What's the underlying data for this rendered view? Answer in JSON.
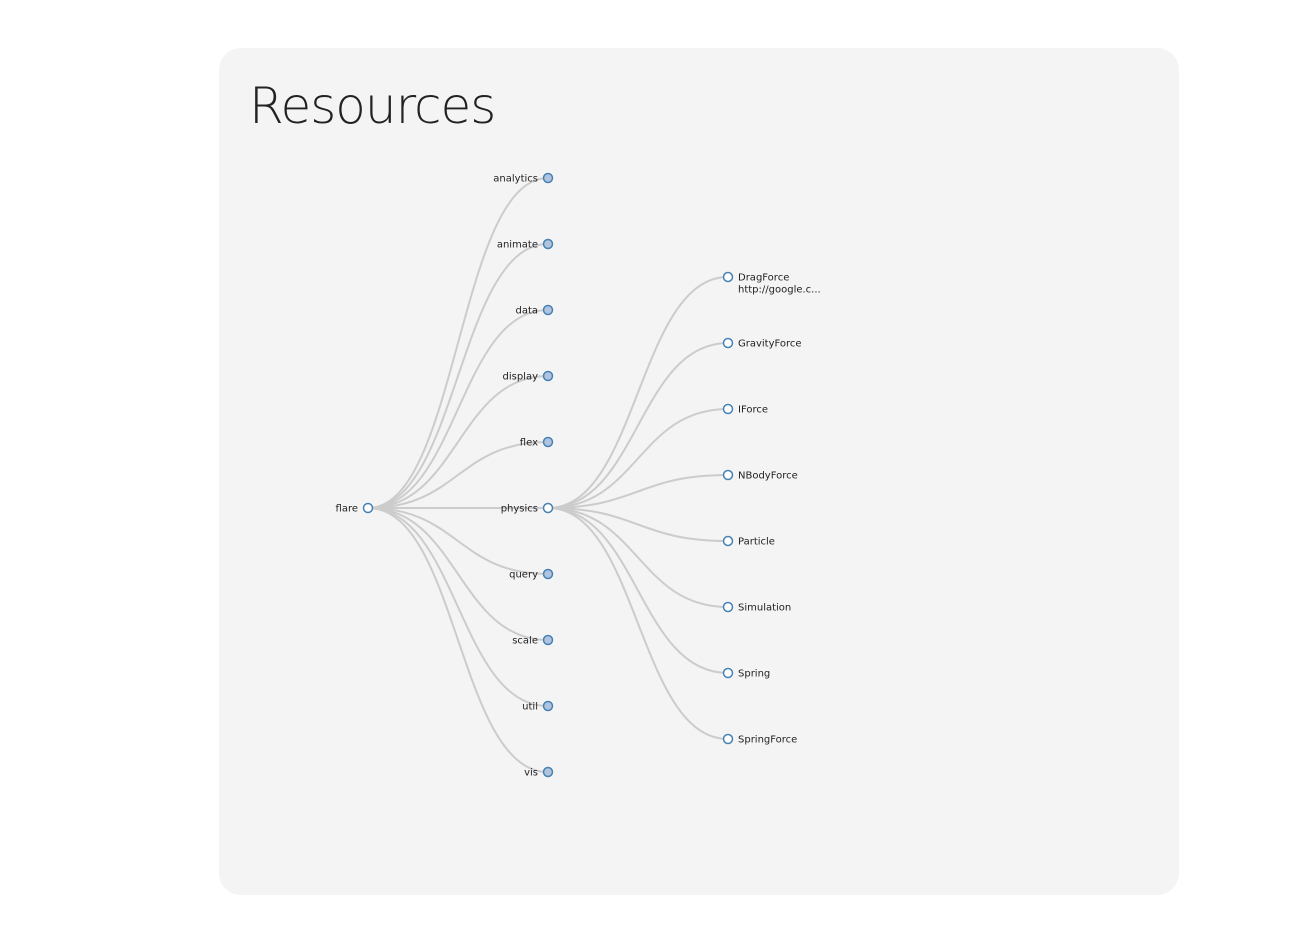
{
  "page": {
    "title": "Resources"
  },
  "colors": {
    "panel_background": "#f4f4f4",
    "link": "#cccccc",
    "node_stroke": "#4682b4",
    "collapsed_fill": "#b0c4de",
    "expanded_fill": "#ffffff"
  },
  "tree": {
    "name": "flare",
    "expanded": true,
    "children": [
      {
        "name": "analytics",
        "expanded": false
      },
      {
        "name": "animate",
        "expanded": false
      },
      {
        "name": "data",
        "expanded": false
      },
      {
        "name": "display",
        "expanded": false
      },
      {
        "name": "flex",
        "expanded": false
      },
      {
        "name": "physics",
        "expanded": true,
        "children": [
          {
            "name": "DragForce",
            "url": "http://google.c...",
            "leaf": true
          },
          {
            "name": "GravityForce",
            "leaf": true
          },
          {
            "name": "IForce",
            "leaf": true
          },
          {
            "name": "NBodyForce",
            "leaf": true
          },
          {
            "name": "Particle",
            "leaf": true
          },
          {
            "name": "Simulation",
            "leaf": true
          },
          {
            "name": "Spring",
            "leaf": true
          },
          {
            "name": "SpringForce",
            "leaf": true
          }
        ]
      },
      {
        "name": "query",
        "expanded": false
      },
      {
        "name": "scale",
        "expanded": false
      },
      {
        "name": "util",
        "expanded": false
      },
      {
        "name": "vis",
        "expanded": false
      }
    ]
  }
}
